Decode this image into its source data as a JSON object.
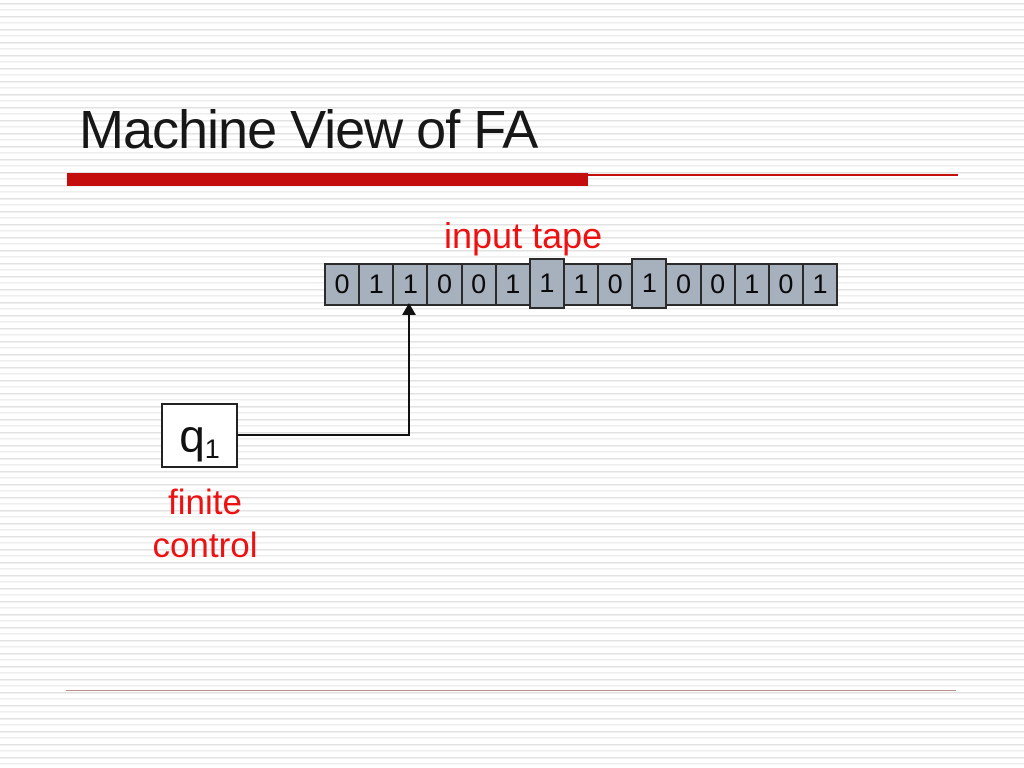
{
  "slide": {
    "title": "Machine View of FA"
  },
  "diagram": {
    "tape_label": "input tape",
    "tape": {
      "cells": [
        "0",
        "1",
        "1",
        "0",
        "0",
        "1",
        "1",
        "1",
        "0",
        "1",
        "0",
        "0",
        "1",
        "0",
        "1"
      ],
      "head_cell_index": 2
    },
    "state": {
      "base": "q",
      "subscript": "1"
    },
    "control_label_lines": [
      "finite",
      "control"
    ]
  },
  "colors": {
    "accent_red": "#c40d0d",
    "label_red": "#ee1111",
    "tape_cell_fill": "#a7b0bd",
    "tape_border": "#2b2b2b",
    "title_text": "#171717",
    "footer_line": "#b98f8f"
  }
}
